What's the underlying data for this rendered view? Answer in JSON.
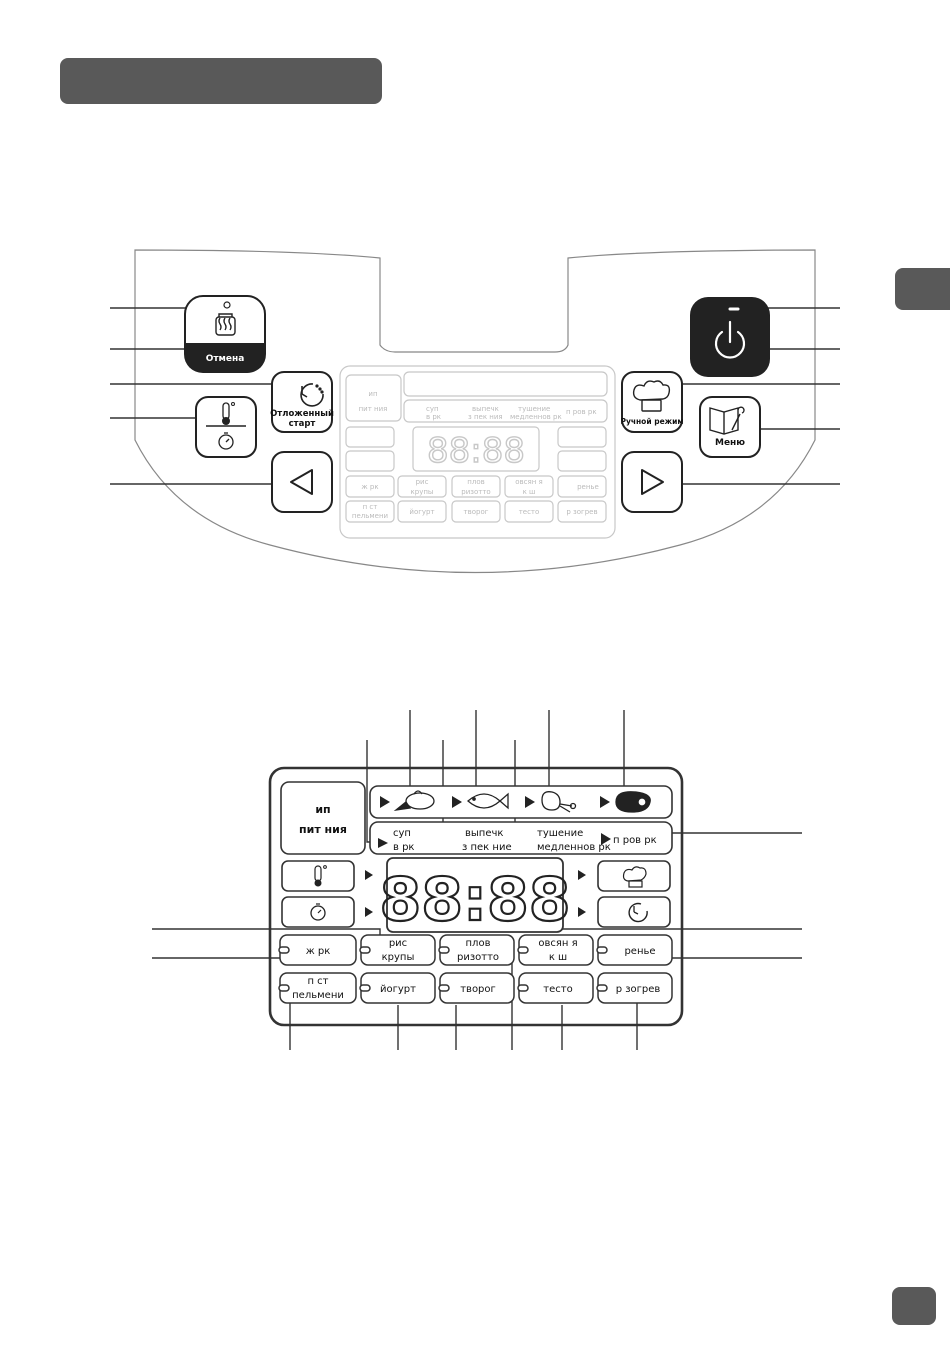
{
  "panel": {
    "cancel_label": "Отмена",
    "delayed_start_line1": "Отложенный",
    "delayed_start_line2": "старт",
    "manual_mode_label": "Ручной режим",
    "menu_label": "Меню"
  },
  "mini_lcd": {
    "food_type_1": "ип",
    "food_type_2": "пит  ния",
    "row1": [
      "суп",
      "выпечк",
      "тушение",
      "п ров рк"
    ],
    "row1_sub": [
      "в  рк",
      "з пек  ния",
      "медленнов  рк",
      ""
    ],
    "time": "88:88",
    "prog_row1": [
      "ж  рк",
      "рис",
      "плов",
      "овсян  я",
      "ренье"
    ],
    "prog_row1_sub": [
      "",
      "крупы",
      "ризотто",
      "к  ш",
      ""
    ],
    "prog_row2": [
      "п  ст",
      "йогурт",
      "творог",
      "тесто",
      "р  зогрев"
    ],
    "prog_row2_sub": [
      "пельмени",
      "",
      "",
      "",
      ""
    ]
  },
  "lcd": {
    "food_type_line1": "ип",
    "food_type_line2": "пит  ния",
    "mode_soup": "суп",
    "mode_soup_sub": "в   рк",
    "mode_bake": "выпечк",
    "mode_bake_sub": "з  пек  ние",
    "mode_stew": "тушение",
    "mode_stew_sub": "медленнов  рк",
    "mode_steam": "п  ров  рк",
    "time": "88:88",
    "prog_fry": "ж  рк",
    "prog_rice": "рис",
    "prog_rice_sub": "крупы",
    "prog_pilaf": "плов",
    "prog_pilaf_sub": "ризотто",
    "prog_oat": "овсян  я",
    "prog_oat_sub": "к  ш",
    "prog_jam": "ренье",
    "prog_pasta": "п  ст",
    "prog_pasta_sub": "пельмени",
    "prog_yogurt": "йогурт",
    "prog_curd": "творог",
    "prog_dough": "тесто",
    "prog_reheat": "р  зогрев"
  }
}
